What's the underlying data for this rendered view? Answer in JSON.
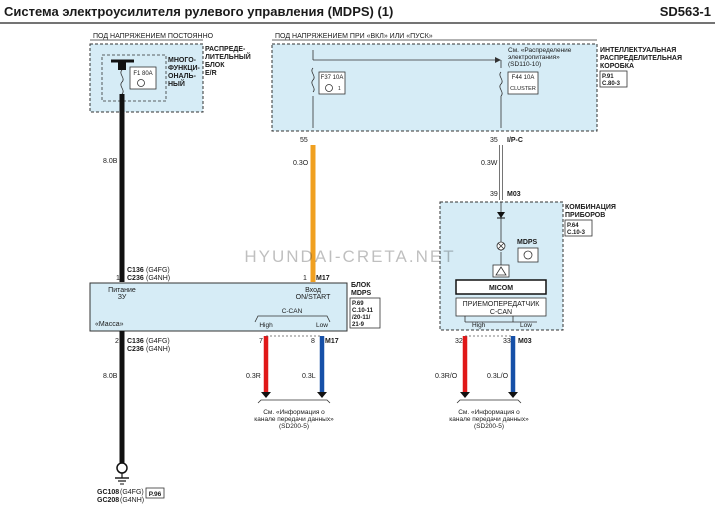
{
  "header": {
    "title": "Система электроусилителя рулевого управления (MDPS) (1)",
    "code": "SD563-1"
  },
  "power": {
    "constant_label": "ПОД НАПРЯЖЕНИЕМ ПОСТОЯННО",
    "ign_label": "ПОД НАПРЯЖЕНИЕМ ПРИ «ВКЛ» ИЛИ «ПУСК»"
  },
  "left_box": {
    "multi_line1": "МНОГО-",
    "multi_line2": "ФУНКЦИ-",
    "multi_line3": "ОНАЛЬ-",
    "multi_line4": "НЫЙ",
    "fuse": "F1 80A",
    "dist_line1": "РАСПРЕДЕ-",
    "dist_line2": "ЛИТЕЛЬНЫЙ",
    "dist_line3": "БЛОК",
    "dist_line4": "E/R",
    "wire_color": "8.0B"
  },
  "smart_box": {
    "fuse_a": "F37 10A",
    "fuse_b": "F44 10A",
    "fuse_b_sub": "CLUSTER",
    "see_line1": "См. «Распределение",
    "see_line2": "электропитания»",
    "see_line3": "(SD110-10)",
    "title_line1": "ИНТЕЛЛЕКТУАЛЬНАЯ",
    "title_line2": "РАСПРЕДЕЛИТЕЛЬНАЯ",
    "title_line3": "КОРОБКА",
    "ref1": "P.91",
    "ref2": "C.80-3",
    "pin_a": "55",
    "pin_b": "35",
    "conn": "I/P-C",
    "wire_a": "0.3O",
    "wire_b": "0.3W",
    "fuse_icon": "1"
  },
  "cluster": {
    "pin_in": "39",
    "conn_in": "M03",
    "title_line1": "КОМБИНАЦИЯ",
    "title_line2": "ПРИБОРОВ",
    "ref1": "P.64",
    "ref2": "C.10-3",
    "lamp": "MDPS",
    "micom": "MICOM",
    "tx_line1": "ПРИЕМОПЕРЕДАТЧИК",
    "tx_line2": "C-CAN",
    "high": "High",
    "low": "Low",
    "pin_high": "32",
    "pin_low": "33",
    "conn_out": "M03",
    "wire_high": "0.3R/O",
    "wire_low": "0.3L/O"
  },
  "mdps": {
    "pin1_left": "1",
    "conn_top1": "C136",
    "conn_top1_eng": "(G4FG)",
    "conn_top2": "C236",
    "conn_top2_eng": "(G4NH)",
    "power_label": "Питание",
    "power_sub": "ЗУ",
    "mass_label": "«Масса»",
    "pin1_right": "1",
    "conn_right": "M17",
    "input_label": "Вход",
    "input_sub": "ON/START",
    "ccan": "C-CAN",
    "high": "High",
    "low": "Low",
    "title_line1": "БЛОК",
    "title_line2": "MDPS",
    "ref1": "P.69",
    "ref2": "C.10-11",
    "ref3": "/20-11/",
    "ref4": "21-9",
    "pin_bot": "2",
    "conn_bot1": "C136",
    "conn_bot1_eng": "(G4FG)",
    "conn_bot2": "C236",
    "conn_bot2_eng": "(G4NH)",
    "pin_high": "7",
    "pin_low": "8",
    "conn_out": "M17",
    "wire_high": "0.3R",
    "wire_low": "0.3L",
    "wire_gnd": "8.0B"
  },
  "ground": {
    "g1": "GC108",
    "g1_eng": "(G4FG)",
    "g2": "GC208",
    "g2_eng": "(G4NH)",
    "ref": "P.96"
  },
  "notes": {
    "left_line1": "См. «Информация о",
    "left_line2": "канале передачи данных»",
    "left_line3": "(SD200-5)",
    "right_line1": "См. «Информация о",
    "right_line2": "канале передачи данных»",
    "right_line3": "(SD200-5)"
  },
  "watermark": "HYUNDAI-CRETA.NET",
  "colors": {
    "wire_black": "#111111",
    "wire_orange": "#f0a020",
    "wire_red": "#e01818",
    "wire_blue": "#1650a8",
    "box_fill": "#d6ecf6"
  }
}
